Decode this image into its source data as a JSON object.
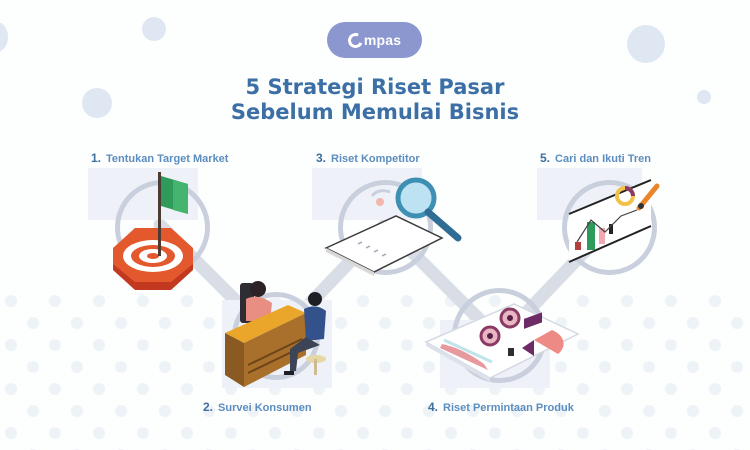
{
  "logo": {
    "text": "mpas",
    "brand_color": "#8d97cf"
  },
  "title": {
    "line1": "5 Strategi Riset Pasar",
    "line2": "Sebelum Memulai Bisnis",
    "color": "#3c6fa6"
  },
  "steps": [
    {
      "number": "1.",
      "label": "Tentukan Target Market",
      "icon": "target-flag-icon"
    },
    {
      "number": "2.",
      "label": "Survei Konsumen",
      "icon": "consumer-survey-desk-icon"
    },
    {
      "number": "3.",
      "label": "Riset Kompetitor",
      "icon": "magnifier-document-icon"
    },
    {
      "number": "4.",
      "label": "Riset Permintaan Produk",
      "icon": "product-demand-report-icon"
    },
    {
      "number": "5.",
      "label": "Cari dan Ikuti Tren",
      "icon": "trend-chart-icon"
    }
  ],
  "colors": {
    "label": "#5c8dbf",
    "number": "#3f6e9f",
    "ring": "#c9cfdc",
    "panel": "#eef2f8",
    "bubble": "#dfe8f2"
  }
}
